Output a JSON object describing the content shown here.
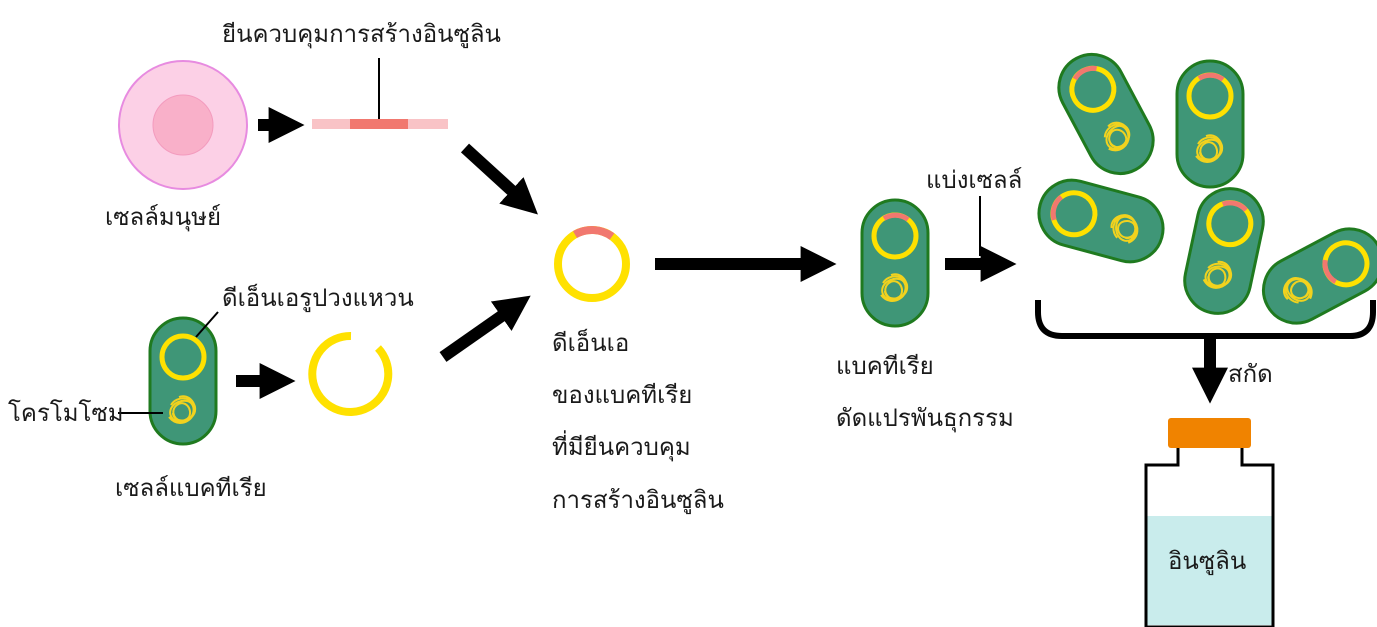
{
  "labels": {
    "gene": "ยีนควบคุมการสร้างอินซูลิน",
    "human_cell": "เซลล์มนุษย์",
    "plasmid": "ดีเอ็นเอรูปวงแหวน",
    "chromosome": "โครโมโซม",
    "bacterial_cell": "เซลล์แบคทีเรีย",
    "recombinant_dna": [
      "ดีเอ็นเอ",
      "ของแบคทีเรีย",
      "ที่มียีนควบคุม",
      "การสร้างอินซูลิน"
    ],
    "transgenic": [
      "แบคทีเรีย",
      "ดัดแปรพันธุกรรม"
    ],
    "divide": "แบ่งเซลล์",
    "extract": "สกัด",
    "insulin": "อินซูลิน"
  },
  "colors": {
    "cell_membrane": "#e78be0",
    "cell_fill": "#fcd0e6",
    "nucleus": "#f9b0c9",
    "bacteria_fill": "#3f9677",
    "bacteria_border": "#1f7a1f",
    "plasmid": "#ffe100",
    "insulin_gene": "#f1786f",
    "dna_strand": "#f9c3c6",
    "arrow": "#000000",
    "bottle_cap": "#f08300",
    "liquid": "#c9ecec"
  }
}
